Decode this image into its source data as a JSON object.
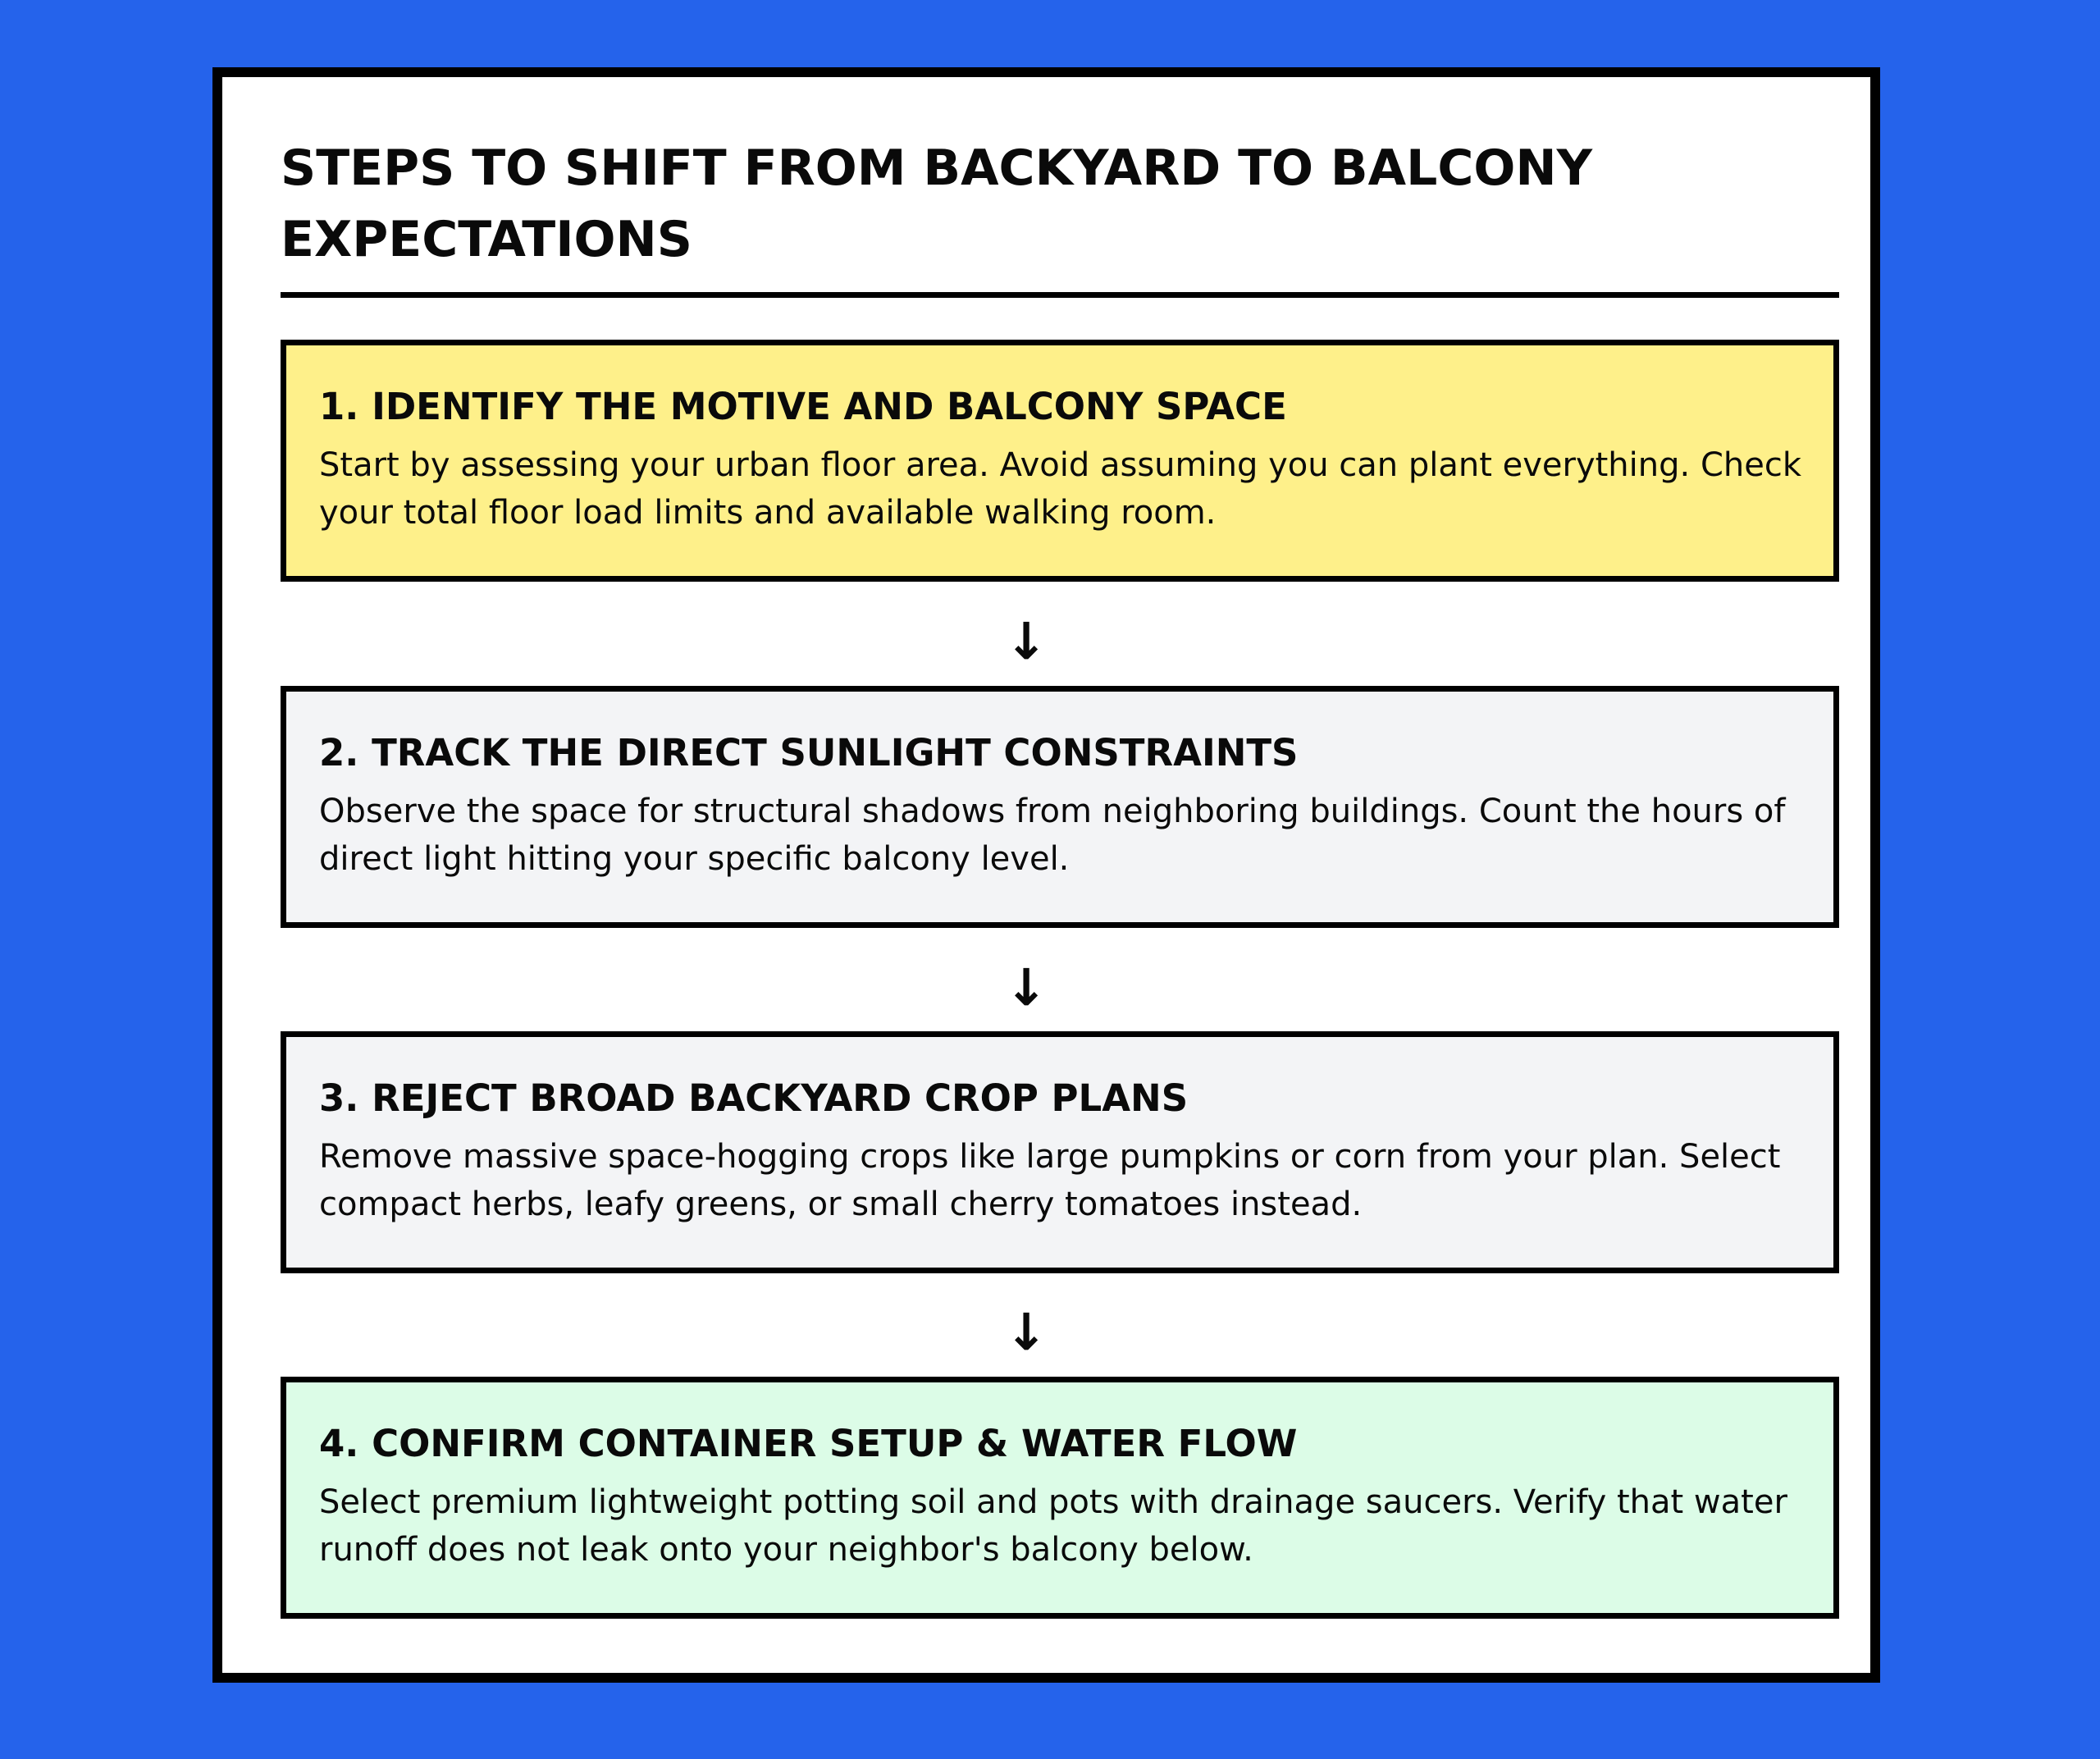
{
  "page_title": "STEPS TO SHIFT FROM BACKYARD TO BALCONY EXPECTATIONS",
  "arrow_glyph": "↓",
  "colors": {
    "page_background": "#2563eb",
    "card_background": "#ffffff",
    "border": "#000000",
    "step_1_fill": "#fef08a",
    "step_2_fill": "#f3f4f6",
    "step_3_fill": "#f3f4f6",
    "step_4_fill": "#dcfce7"
  },
  "steps": [
    {
      "title": "1. IDENTIFY THE MOTIVE AND BALCONY SPACE",
      "body": "Start by assessing your urban floor area. Avoid assuming you can plant everything. Check your total floor load limits and available walking room."
    },
    {
      "title": "2. TRACK THE DIRECT SUNLIGHT CONSTRAINTS",
      "body": "Observe the space for structural shadows from neighboring buildings. Count the hours of direct light hitting your specific balcony level."
    },
    {
      "title": "3. REJECT BROAD BACKYARD CROP PLANS",
      "body": "Remove massive space-hogging crops like large pumpkins or corn from your plan. Select compact herbs, leafy greens, or small cherry tomatoes instead."
    },
    {
      "title": "4. CONFIRM CONTAINER SETUP & WATER FLOW",
      "body": "Select premium lightweight potting soil and pots with drainage saucers. Verify that water runoff does not leak onto your neighbor's balcony below."
    }
  ]
}
